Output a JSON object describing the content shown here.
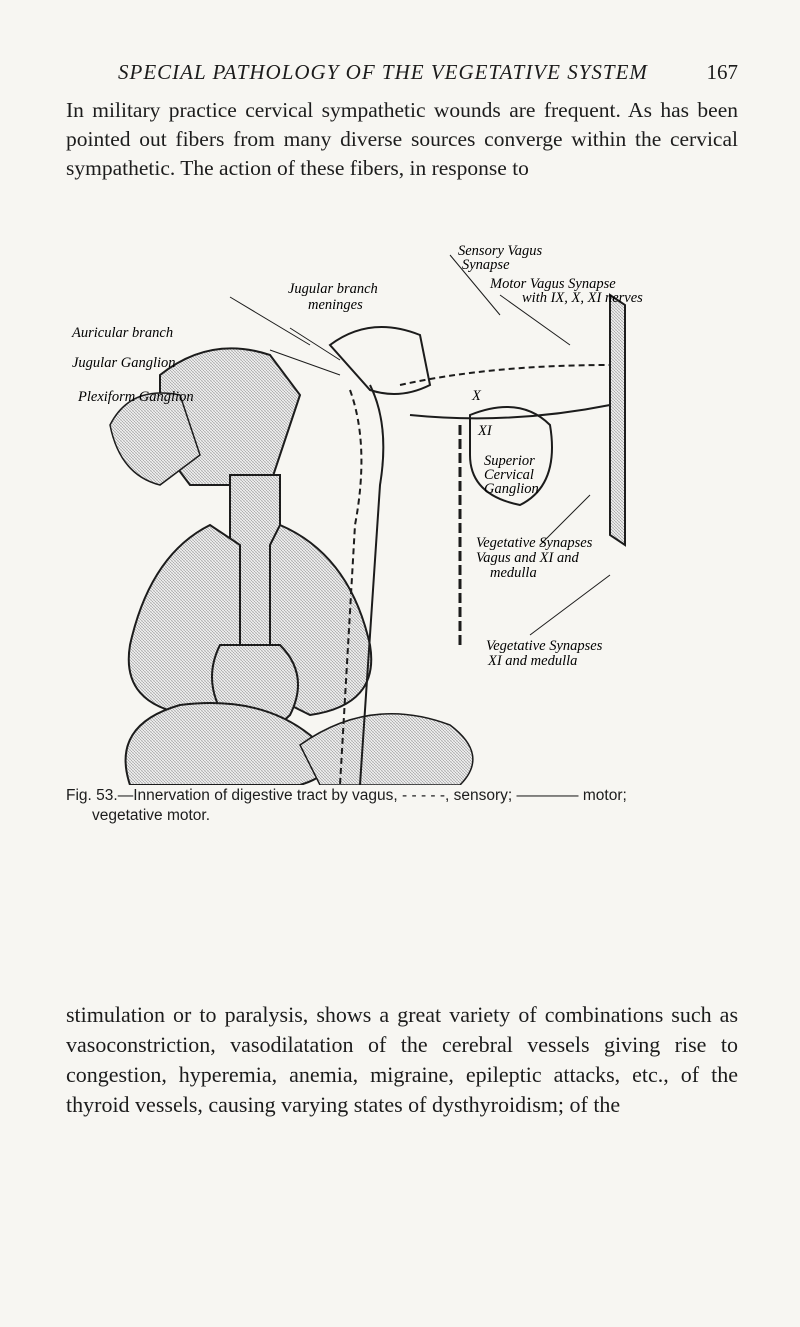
{
  "header": {
    "running_title": "SPECIAL PATHOLOGY OF THE VEGETATIVE SYSTEM",
    "page_number": "167"
  },
  "paragraph_top": "In military practice cervical sympathetic wounds are frequent. As has been pointed out fibers from many diverse sources converge within the cervical sympathetic. The action of these fibers, in response to",
  "figure": {
    "labels": {
      "sensory_vagus_1": "Sensory Vagus",
      "sensory_vagus_2": "Synapse",
      "motor_vagus_1": "Motor Vagus Synapse",
      "motor_vagus_2": "with IX, X, XI nerves",
      "jugular_branch": "Jugular branch",
      "meninges": "meninges",
      "auricular_branch": "Auricular branch",
      "jugular_ganglion": "Jugular Ganglion",
      "plexiform_ganglion": "Plexiform Ganglion",
      "x": "X",
      "xi": "XI",
      "superior_1": "Superior",
      "superior_2": "Cervical",
      "superior_3": "Ganglion",
      "veg_synapses_1": "Vegetative Synapses",
      "veg_synapses_2": "Vagus and XI and",
      "veg_synapses_3": "medulla",
      "veg_synapses_b1": "Vegetative Synapses",
      "veg_synapses_b2": "XI and medulla"
    }
  },
  "caption": {
    "prefix": "Fig. 53.",
    "text": "—Innervation of digestive tract by vagus, - - - - -, sensory; ———— motor;",
    "line2": "vegetative motor."
  },
  "paragraph_bottom": "stimulation or to paralysis, shows a great variety of combinations such as vasoconstriction, vasodilatation of the cerebral vessels giving rise to congestion, hyperemia, anemia, migraine, epileptic attacks, etc., of the thyroid vessels, causing varying states of dysthyroidism; of the",
  "colors": {
    "ink": "#1c1c1c",
    "paper": "#f7f6f2",
    "shade": "#cfcfcf"
  }
}
